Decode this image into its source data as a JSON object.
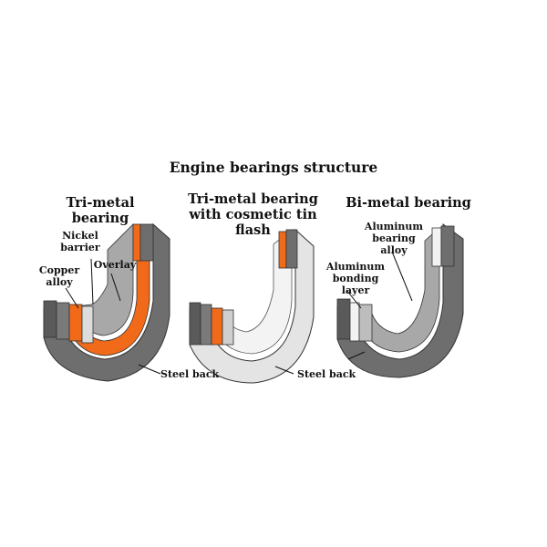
{
  "title": "Engine bearings structure",
  "bearings": [
    {
      "heading": "Tri-metal bearing",
      "labels": {
        "nickel_barrier": "Nickel barrier",
        "copper_alloy": "Copper alloy",
        "overlay": "Overlay",
        "steel_back": "Steel back"
      }
    },
    {
      "heading_line1": "Tri-metal bearing",
      "heading_line2": "with cosmetic tin flash",
      "labels": {
        "steel_back": "Steel back"
      }
    },
    {
      "heading": "Bi-metal bearing",
      "labels": {
        "aluminum_bearing_alloy": "Aluminum bearing alloy",
        "aluminum_bonding_layer": "Aluminum bonding layer"
      }
    }
  ],
  "colors": {
    "steel": "#6e6e6e",
    "copper_layer": "#f06a1a",
    "inner_grey": "#a8a8a8",
    "light_shell": "#e4e4e4",
    "dark_edge": "#444444"
  }
}
